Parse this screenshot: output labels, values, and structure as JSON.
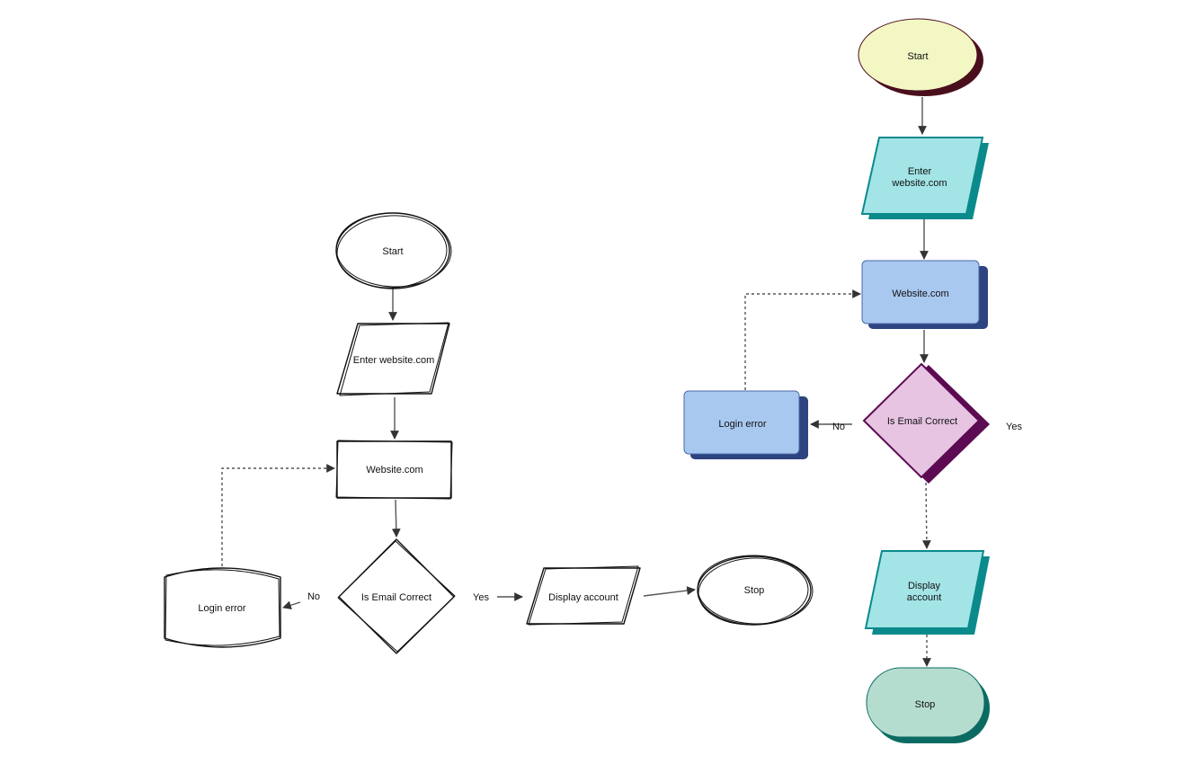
{
  "left_flowchart": {
    "start": "Start",
    "enter": "Enter website.com",
    "website": "Website.com",
    "decision": "Is Email Correct",
    "error": "Login error",
    "display": "Display account",
    "stop": "Stop",
    "no_label": "No",
    "yes_label": "Yes"
  },
  "right_flowchart": {
    "start": "Start",
    "enter_line1": "Enter",
    "enter_line2": "website.com",
    "website": "Website.com",
    "decision": "Is Email Correct",
    "error": "Login error",
    "display_line1": "Display",
    "display_line2": "account",
    "stop": "Stop",
    "no_label": "No",
    "yes_label": "Yes"
  },
  "colors": {
    "start_fill": "#f2f7c4",
    "start_shadow": "#4a0f1c",
    "teal_fill": "#a3e4e6",
    "teal_stroke": "#0b8a8c",
    "blue_fill": "#a9c8f0",
    "blue_shadow": "#2e4480",
    "decision_fill": "#e6c4e2",
    "decision_stroke": "#5c0a52",
    "stop_fill": "#b5ddcf",
    "stop_shadow": "#0b6b62"
  }
}
